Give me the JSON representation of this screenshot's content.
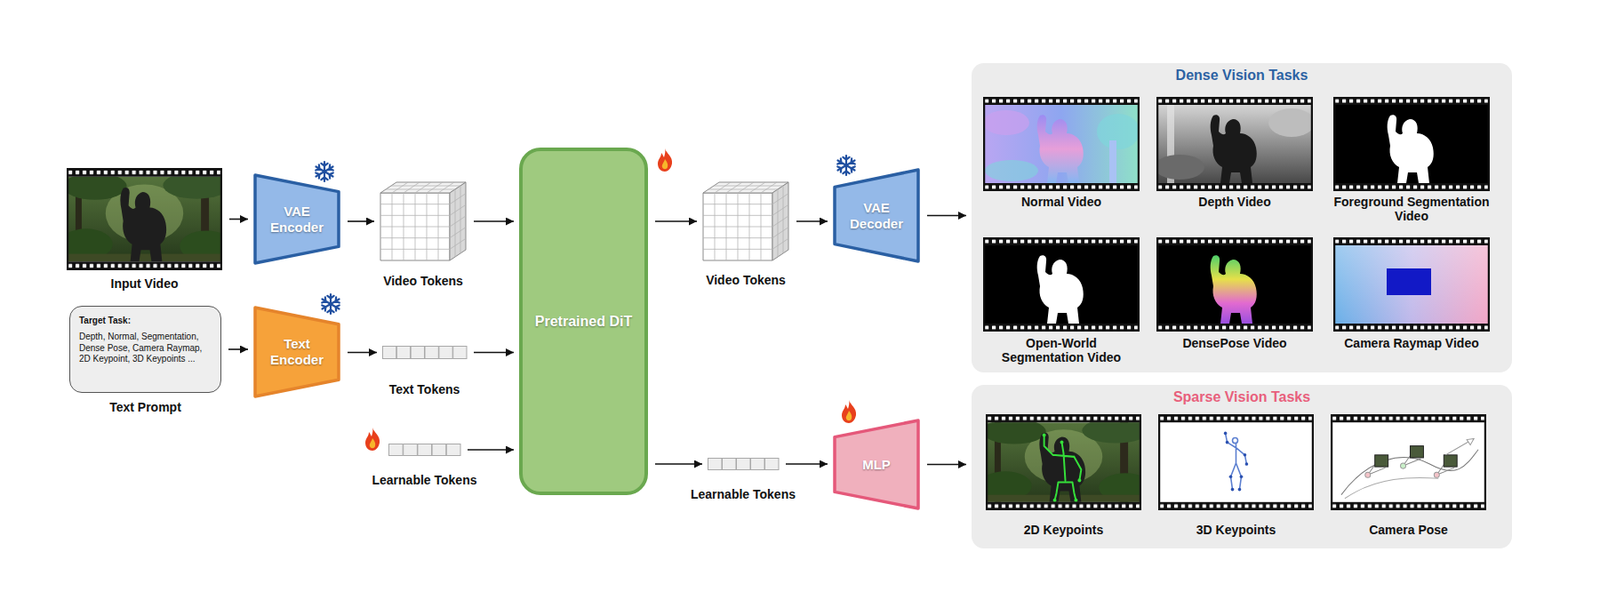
{
  "diagram": {
    "nodes": [
      {
        "text": [
          "Input Video"
        ]
      },
      {
        "text": [
          "VAE Encoder"
        ]
      },
      {
        "text": [
          "Video Tokens"
        ]
      },
      {
        "text": [
          "Target Task:",
          "Depth, Normal, Segmentation, Dense Pose, Camera Raymap, 2D Keypoint, 3D Keypoints ...",
          "Text Prompt"
        ]
      },
      {
        "text": [
          "Text Encoder"
        ]
      },
      {
        "text": [
          "Text Tokens"
        ]
      },
      {
        "text": [
          "Learnable Tokens"
        ]
      },
      {
        "text": [
          "Pretrained DiT"
        ]
      },
      {
        "text": [
          "Video Tokens"
        ]
      },
      {
        "text": [
          "Learnable Tokens"
        ]
      },
      {
        "text": [
          "VAE Decoder"
        ]
      },
      {
        "text": [
          "MLP"
        ]
      },
      {
        "text": [
          "Dense Vision Tasks"
        ]
      },
      {
        "text": [
          "Normal Video"
        ],
        "in": 12
      },
      {
        "text": [
          "Depth Video"
        ],
        "in": 12
      },
      {
        "text": [
          "Foreground Segmentation Video"
        ],
        "in": 12
      },
      {
        "text": [
          "Open-World Segmentation Video"
        ],
        "in": 12
      },
      {
        "text": [
          "DensePose Video"
        ],
        "in": 12
      },
      {
        "text": [
          "Camera Raymap Video"
        ],
        "in": 12
      },
      {
        "text": [
          "Sparse Vision Tasks"
        ]
      },
      {
        "text": [
          "2D Keypoints"
        ],
        "in": 19
      },
      {
        "text": [
          "3D Keypoints"
        ],
        "in": 19
      },
      {
        "text": [
          "Camera Pose"
        ],
        "in": 19
      }
    ],
    "edges": [
      {
        "from": 0,
        "to": 1,
        "arrow": "to"
      },
      {
        "from": 1,
        "to": 2,
        "arrow": "to"
      },
      {
        "from": 2,
        "to": 7,
        "arrow": "to"
      },
      {
        "from": 3,
        "to": 4,
        "arrow": "to"
      },
      {
        "from": 4,
        "to": 5,
        "arrow": "to"
      },
      {
        "from": 5,
        "to": 7,
        "arrow": "to"
      },
      {
        "from": 6,
        "to": 7,
        "arrow": "to"
      },
      {
        "from": 7,
        "to": 8,
        "arrow": "to"
      },
      {
        "from": 7,
        "to": 9,
        "arrow": "to"
      },
      {
        "from": 8,
        "to": 10,
        "arrow": "to"
      },
      {
        "from": 10,
        "to": 12,
        "arrow": "to"
      },
      {
        "from": 9,
        "to": 11,
        "arrow": "to"
      },
      {
        "from": 11,
        "to": 19,
        "arrow": "to"
      }
    ]
  }
}
